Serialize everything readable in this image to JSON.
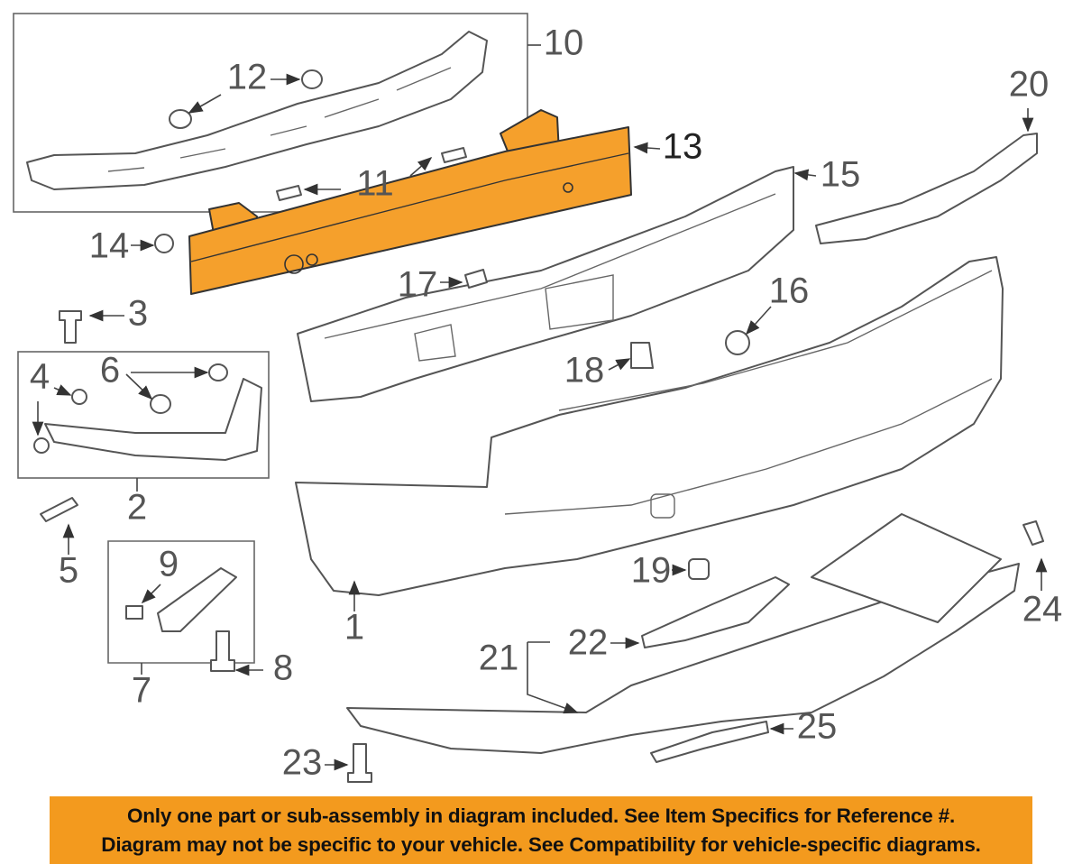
{
  "callouts": {
    "c1": "1",
    "c2": "2",
    "c3": "3",
    "c4": "4",
    "c5": "5",
    "c6": "6",
    "c7": "7",
    "c8": "8",
    "c9": "9",
    "c10": "10",
    "c11": "11",
    "c12": "12",
    "c13": "13",
    "c14": "14",
    "c15": "15",
    "c16": "16",
    "c17": "17",
    "c18": "18",
    "c19": "19",
    "c20": "20",
    "c21": "21",
    "c22": "22",
    "c23": "23",
    "c24": "24",
    "c25": "25"
  },
  "highlight_color": "#f5a02c",
  "banner": {
    "line1": "Only one part or sub-assembly in diagram included. See Item Specifics for Reference #.",
    "line2": "Diagram may not be specific to your vehicle. See Compatibility for vehicle-specific diagrams.",
    "color": "#f39a1e"
  }
}
